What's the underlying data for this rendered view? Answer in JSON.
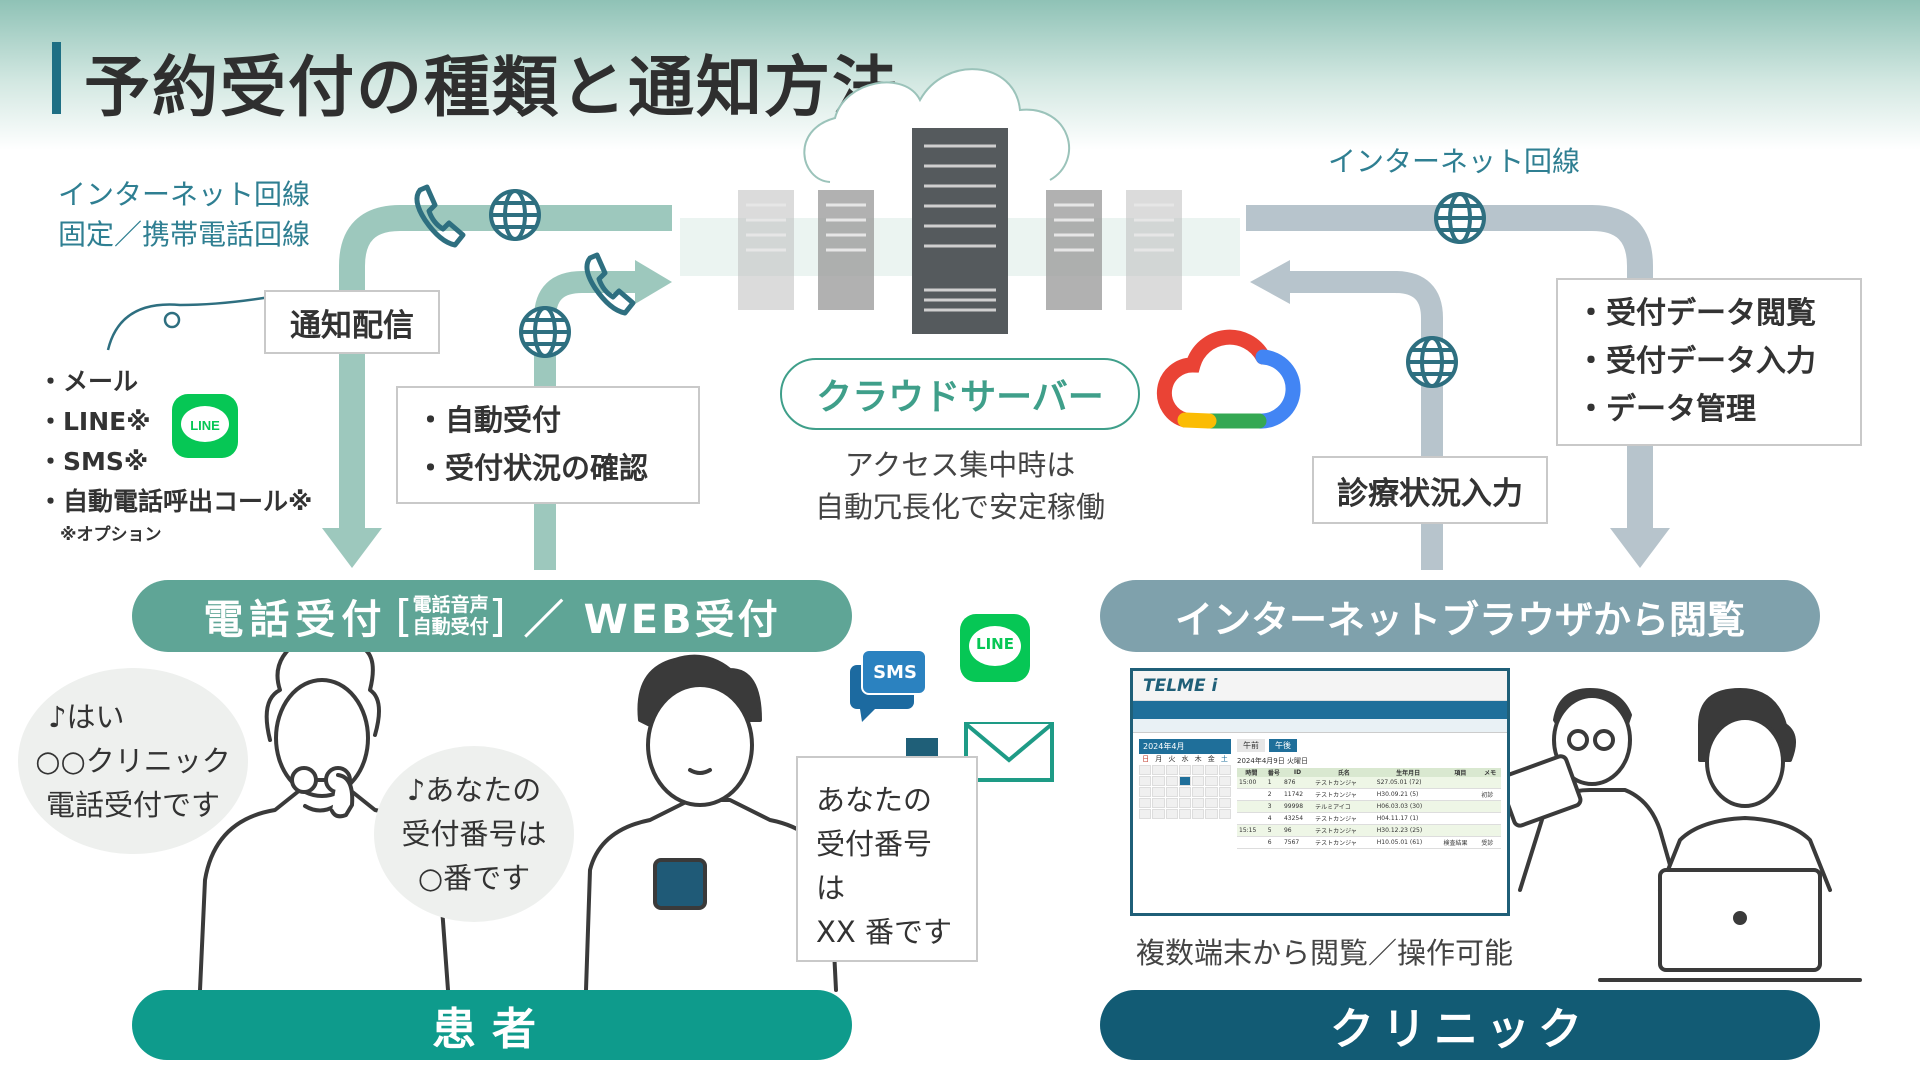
{
  "title": "予約受付の種類と通知方法",
  "net_left": {
    "line1": "インターネット回線",
    "line2": "固定／携帯電話回線"
  },
  "net_right": "インターネット回線",
  "notify_box": "通知配信",
  "notify_list": [
    "・メール",
    "・LINE※",
    "・SMS※",
    "・自動電話呼出コール※"
  ],
  "notify_option": "※オプション",
  "auto_list": [
    "・自動受付",
    "・受付状況の確認"
  ],
  "cloud_server": "クラウドサーバー",
  "cloud_desc": [
    "アクセス集中時は",
    "自動冗長化で安定稼働"
  ],
  "right_list": [
    "・受付データ閲覧",
    "・受付データ入力",
    "・データ管理"
  ],
  "clinic_input": "診療状況入力",
  "phone_web_pill": {
    "left": "電話受付",
    "bracket_top": "電話音声",
    "bracket_bottom": "自動受付",
    "right": "／ WEB受付"
  },
  "browser_pill": "インターネットブラウザから閲覧",
  "bubble_left": [
    "♪はい",
    "○○クリニック",
    "電話受付です"
  ],
  "bubble_mid": [
    "♪あなたの",
    "受付番号は",
    "○番です"
  ],
  "message_box": [
    "あなたの",
    "受付番号は",
    "XX 番です"
  ],
  "sms_label": "SMS",
  "line_label": "LINE",
  "multi_device": "複数端末から閲覧／操作可能",
  "patient_pill": "患者",
  "clinic_pill": "クリニック",
  "app": {
    "logo": "TELME i",
    "month": "2024年4月",
    "days": [
      "日",
      "月",
      "火",
      "水",
      "木",
      "金",
      "土"
    ],
    "date_line": "2024年4月9日 火曜日",
    "tab_am": "午前",
    "tab_pm": "午後",
    "headers": [
      "時間",
      "番号",
      "ID",
      "氏名",
      "生年月日",
      "項目",
      "メモ"
    ],
    "rows": [
      [
        "15:00",
        "1",
        "876",
        "テストカンジャ",
        "S27.05.01 (72)",
        "",
        ""
      ],
      [
        "",
        "2",
        "11742",
        "テストカンジャ",
        "H30.09.21 (5)",
        "",
        "初診"
      ],
      [
        "",
        "3",
        "99998",
        "テルミアイコ",
        "H06.03.03 (30)",
        "",
        ""
      ],
      [
        "",
        "4",
        "43254",
        "テストカンジャ",
        "H04.11.17 (1)",
        "",
        ""
      ],
      [
        "15:15",
        "5",
        "96",
        "テストカンジャ",
        "H30.12.23 (25)",
        "",
        ""
      ],
      [
        "",
        "6",
        "7567",
        "テストカンジャ",
        "H10.05.01 (61)",
        "検査結果",
        "受診"
      ]
    ]
  },
  "colors": {
    "teal": "#5fa596",
    "teal_dark": "#0e9b8c",
    "blue_grey": "#7fa1ac",
    "navy": "#125b74",
    "arrow_teal": "#9dc8bd",
    "arrow_grey": "#b7c4cc",
    "line_green": "#06c755",
    "sms_blue": "#1c6aa0"
  },
  "icons": [
    "phone-icon",
    "globe-icon",
    "server-icon",
    "google-cloud-icon",
    "line-icon",
    "sms-icon",
    "envelope-icon",
    "arrow-down-icon"
  ]
}
